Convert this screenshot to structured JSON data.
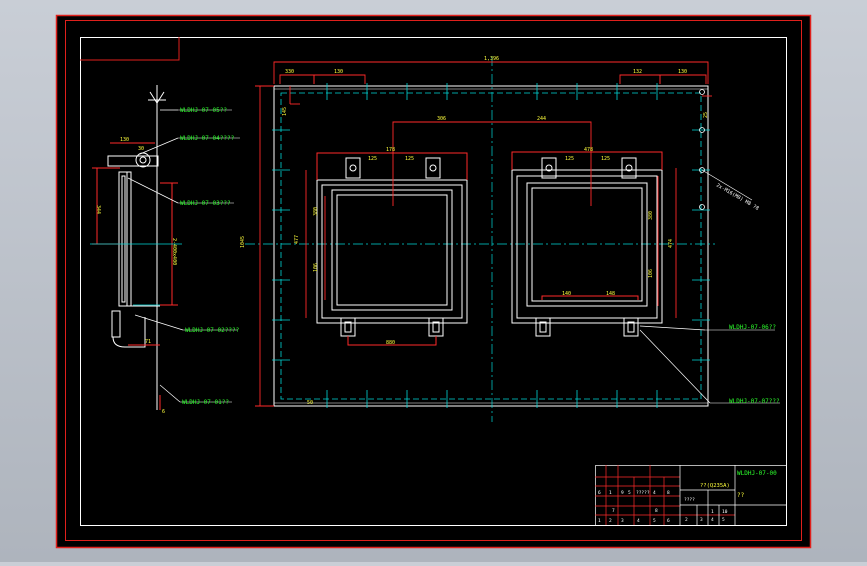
{
  "drawing": {
    "code": "WLDHJ-07-00",
    "material": "??(Q235A)",
    "subtitle": "??"
  },
  "colors": {
    "background": "#000000",
    "frame": "#e0201c",
    "white": "#ffffff",
    "cyan": "#00d8d8",
    "green": "#2cff2c",
    "red": "#ff2a2a",
    "yellow": "#ffff3c"
  },
  "callouts": {
    "left": [
      "WLDHJ-07-05??",
      "WLDHJ-07-04????",
      "WLDHJ-07-03???",
      "WLDHJ-07-02????",
      "WLDHJ-07-01??"
    ],
    "right": [
      "WLDHJ-07-06??",
      "WLDHJ-07-07???"
    ],
    "hole_note": "2x-M16(M8) M8 ?8"
  },
  "dimensions": {
    "overall_width": "1,396",
    "top_left_a": "330",
    "top_left_b": "130",
    "top_right_a": "132",
    "top_right_b": "130",
    "center_left": "306",
    "center_right": "244",
    "left_window_top": "178",
    "right_window_top": "478",
    "lug_a": "125",
    "lug_b": "125",
    "lug_c": "125",
    "lug_d": "125",
    "bottom_lug": "880",
    "right_bottom_a": "140",
    "right_bottom_b": "148",
    "height_total": "1045",
    "left_side": "477",
    "window_h": "380",
    "window_lower": "106",
    "right_side_a": "380",
    "right_side_b": "106",
    "right_far": "474",
    "offset_top": "145",
    "edge_a": "25",
    "edge_b": "50",
    "section_width": "130",
    "section_small": "30",
    "section_height": "344",
    "section_vert": "2-400x400",
    "section_bottom": "71",
    "section_tiny": "6"
  },
  "title_block": {
    "row1": [
      "6",
      "1",
      "9",
      "5",
      "?????",
      "4",
      "8"
    ],
    "count_cells": [
      "????",
      "1",
      "10"
    ],
    "index_row": [
      "2",
      "3",
      "4",
      "5"
    ],
    "bottom_row": [
      "1",
      "2",
      "3",
      "4",
      "5",
      "6",
      "7",
      "8"
    ]
  }
}
